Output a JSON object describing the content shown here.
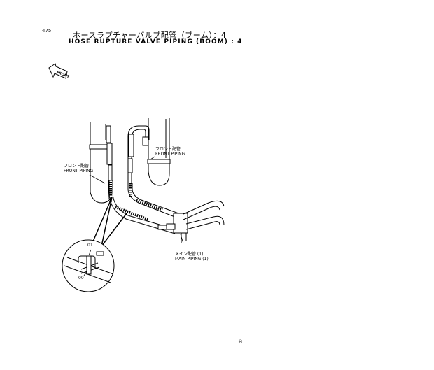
{
  "page": {
    "number": "475",
    "title_jp": "ホースラプチャーバルブ配管（ブーム）：4",
    "title_en": "HOSE  RUPTURE  VALVE  PIPING  (BOOM)  :  4",
    "footer_mark": "®"
  },
  "diagram": {
    "front_arrow_text": "FRONT",
    "labels": {
      "front_piping_right_jp": "フロント配管",
      "front_piping_right_en": "FRONT  PIPING",
      "front_piping_left_jp": "フロント配管",
      "front_piping_left_en": "FRONT  PIPING",
      "main_piping_jp": "メイン配管 (1)",
      "main_piping_en": "MAIN  PIPING  (1)"
    },
    "detail_callouts": [
      "01",
      "00"
    ]
  }
}
